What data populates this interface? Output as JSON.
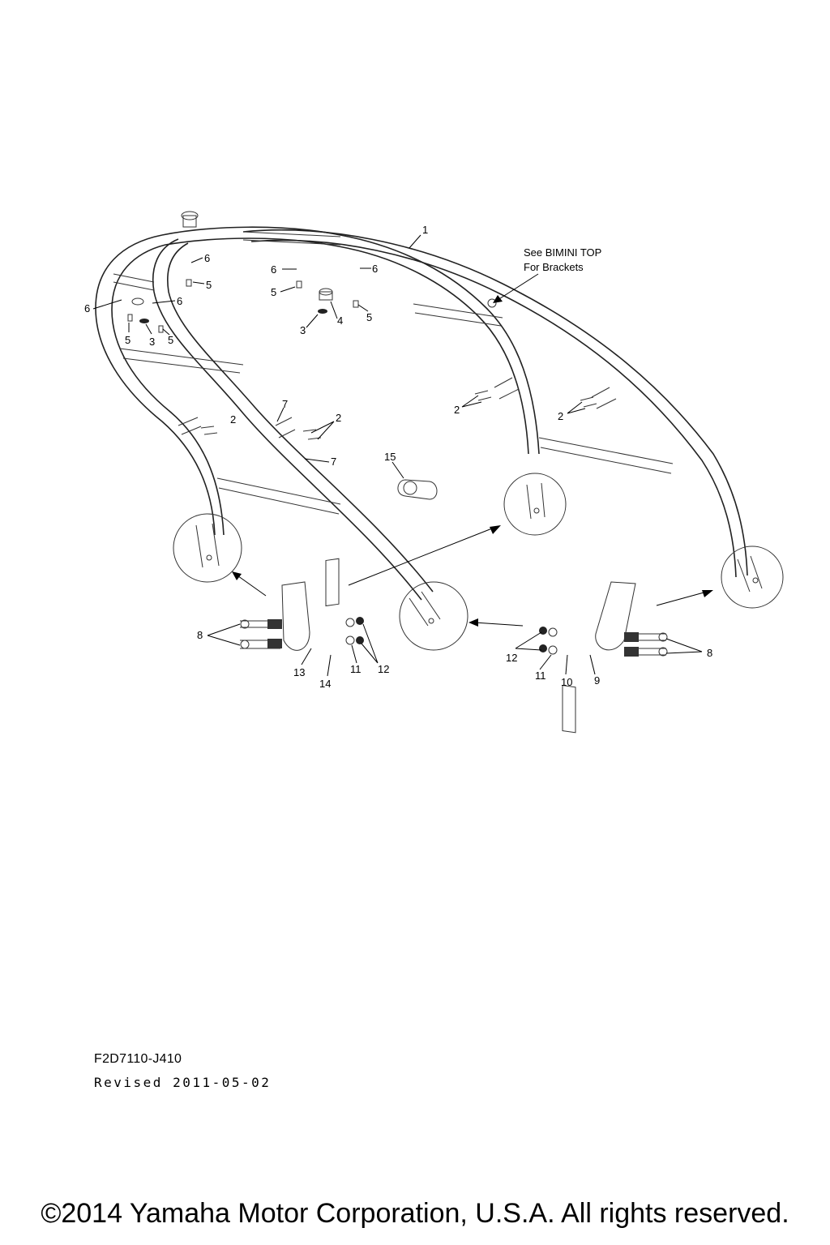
{
  "document": {
    "part_code": "F2D7110-J410",
    "revised": "Revised 2011-05-02",
    "copyright": "©2014 Yamaha Motor Corporation, U.S.A. All rights reserved."
  },
  "note": {
    "line1": "See BIMINI TOP",
    "line2": "For Brackets"
  },
  "callouts": {
    "c1": "1",
    "c2a": "2",
    "c2b": "2",
    "c2c": "2",
    "c2d": "2",
    "c3a": "3",
    "c3b": "3",
    "c4": "4",
    "c5a": "5",
    "c5b": "5",
    "c5c": "5",
    "c5d": "5",
    "c5e": "5",
    "c6a": "6",
    "c6b": "6",
    "c6c": "6",
    "c6d": "6",
    "c6e": "6",
    "c7a": "7",
    "c7b": "7",
    "c8a": "8",
    "c8b": "8",
    "c9": "9",
    "c10": "10",
    "c11a": "11",
    "c11b": "11",
    "c12a": "12",
    "c12b": "12",
    "c13": "13",
    "c14": "14",
    "c15": "15"
  }
}
